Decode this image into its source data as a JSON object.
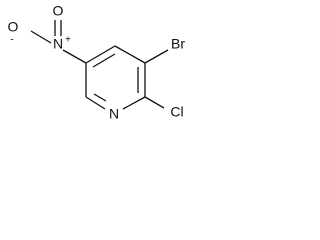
{
  "structure": {
    "atoms": {
      "oxygen_minus": "O",
      "oxygen_minus_charge": "-",
      "nitro_nitrogen": "N",
      "nitro_nitrogen_charge": "+",
      "oxygen_double": "O",
      "ring_nitrogen": "N",
      "bromine": "Br",
      "chlorine": "Cl"
    }
  }
}
